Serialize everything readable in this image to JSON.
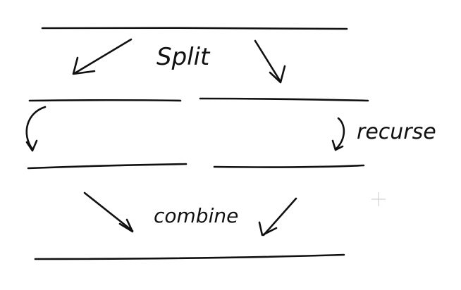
{
  "labels": {
    "split": "Split",
    "recurse": "recurse",
    "combine": "combine"
  },
  "colors": {
    "ink": "#111111",
    "background": "#ffffff"
  }
}
